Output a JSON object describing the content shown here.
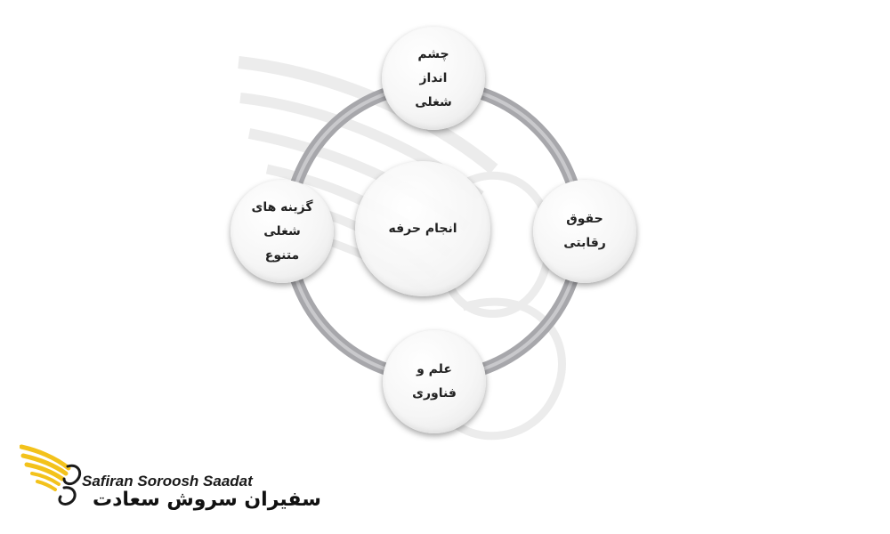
{
  "diagram": {
    "center": {
      "label": "انجام حرفه"
    },
    "nodes": [
      {
        "id": "top",
        "label": "چشم\nانداز\nشغلی"
      },
      {
        "id": "right",
        "label": "حقوق\nرقابتی"
      },
      {
        "id": "bottom",
        "label": "علم و\nفناوری"
      },
      {
        "id": "left",
        "label": "گزینه های\nشغلی\nمتنوع"
      }
    ]
  },
  "logo": {
    "latin": "Safiran Soroosh Saadat",
    "persian": "سفیران سروش سعادت"
  },
  "colors": {
    "ring": "#a7a7ab",
    "node_text": "#222222",
    "logo_gold": "#f3c21b",
    "logo_dark": "#1a1a1a",
    "watermark": "#ededed"
  }
}
